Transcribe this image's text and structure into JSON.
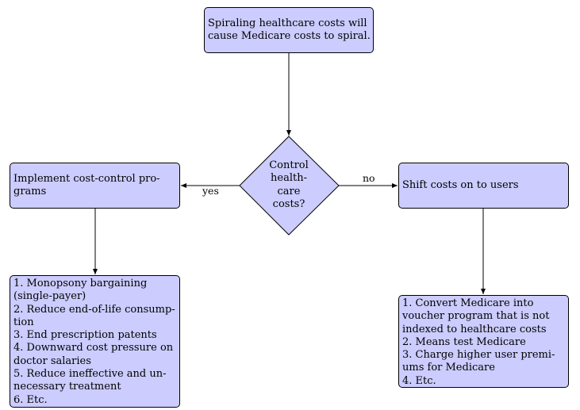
{
  "nodes": {
    "start": {
      "lines": [
        "Spiraling healthcare costs will",
        "cause Medicare costs to spiral."
      ]
    },
    "decision": {
      "lines": [
        "Control",
        "health-",
        "care",
        "costs?"
      ]
    },
    "yes_action": {
      "lines": [
        "Implement cost-control pro-",
        "grams"
      ]
    },
    "no_action": {
      "lines": [
        "Shift costs on to users"
      ]
    },
    "yes_list": {
      "lines": [
        "1.  Monopsony bargaining",
        "(single-payer)",
        "2.  Reduce end-of-life consump-",
        "tion",
        "3.  End prescription patents",
        "4.  Downward cost pressure on",
        "doctor salaries",
        "5.  Reduce ineffective and un-",
        "necessary treatment",
        "6.  Etc."
      ]
    },
    "no_list": {
      "lines": [
        "1.  Convert Medicare into",
        "voucher program that is not",
        "indexed to healthcare costs",
        "2.  Means test Medicare",
        "3.  Charge higher user premi-",
        "ums for Medicare",
        "4.  Etc."
      ]
    }
  },
  "edges": {
    "yes_label": "yes",
    "no_label": "no"
  },
  "colors": {
    "node_fill": "#ccccff",
    "stroke": "#000000"
  }
}
